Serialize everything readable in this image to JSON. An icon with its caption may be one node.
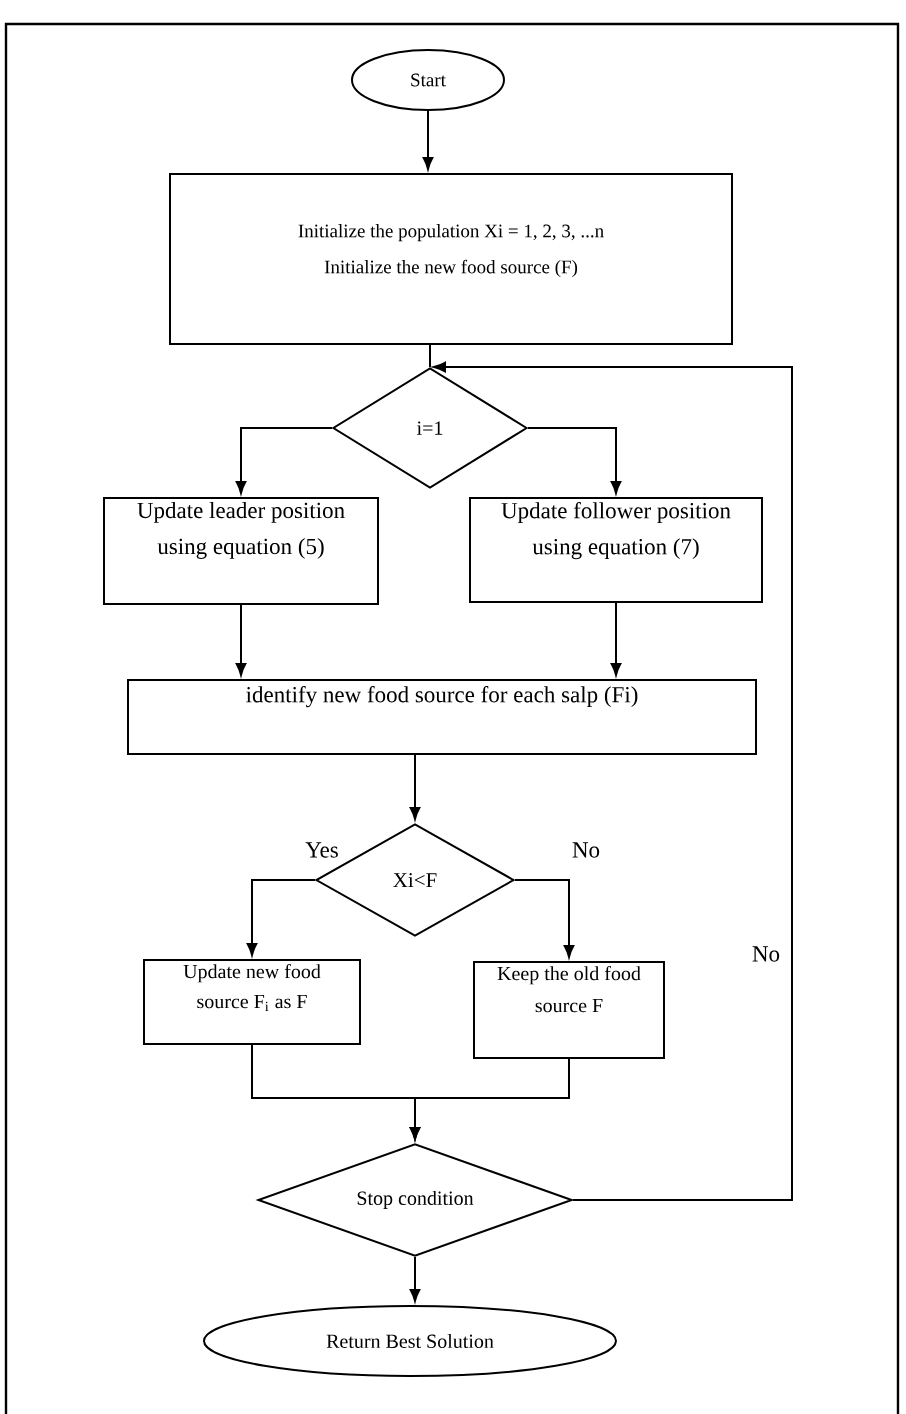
{
  "diagram": {
    "nodes": [
      {
        "text": [
          "Start"
        ]
      },
      {
        "text": [
          "Initialize the population Xi = 1, 2, 3, ...n",
          "Initialize the new food source (F)"
        ]
      },
      {
        "text": [
          "i=1"
        ]
      },
      {
        "text": [
          "Update leader position using equation (5)"
        ]
      },
      {
        "text": [
          "Update follower position using equation (7)"
        ]
      },
      {
        "text": [
          "identify new food source for each salp (Fi)"
        ]
      },
      {
        "text": [
          "Xi<F"
        ]
      },
      {
        "text": [
          "Update new food source F$_{i}$ as F"
        ]
      },
      {
        "text": [
          "Keep the old food source F"
        ]
      },
      {
        "text": [
          "Stop condition"
        ]
      },
      {
        "text": [
          "Return Best Solution"
        ]
      }
    ],
    "edges": [
      {
        "from": 0,
        "to": 1,
        "arrow": "to"
      },
      {
        "from": 1,
        "to": 2,
        "arrow": "none"
      },
      {
        "from": 2,
        "to": 3,
        "arrow": "to"
      },
      {
        "from": 2,
        "to": 4,
        "arrow": "to"
      },
      {
        "from": 3,
        "to": 5,
        "arrow": "to"
      },
      {
        "from": 4,
        "to": 5,
        "arrow": "to"
      },
      {
        "from": 5,
        "to": 6,
        "arrow": "to"
      },
      {
        "from": 6,
        "to": 7,
        "arrow": "to",
        "label": "Yes"
      },
      {
        "from": 6,
        "to": 8,
        "arrow": "to",
        "label": "No"
      },
      {
        "from": 7,
        "to": 9,
        "arrow": "to"
      },
      {
        "from": 8,
        "to": 9,
        "arrow": "to"
      },
      {
        "from": 9,
        "to": 10,
        "arrow": "to"
      },
      {
        "from": 9,
        "to": 2,
        "arrow": "to",
        "label": "No"
      }
    ]
  }
}
